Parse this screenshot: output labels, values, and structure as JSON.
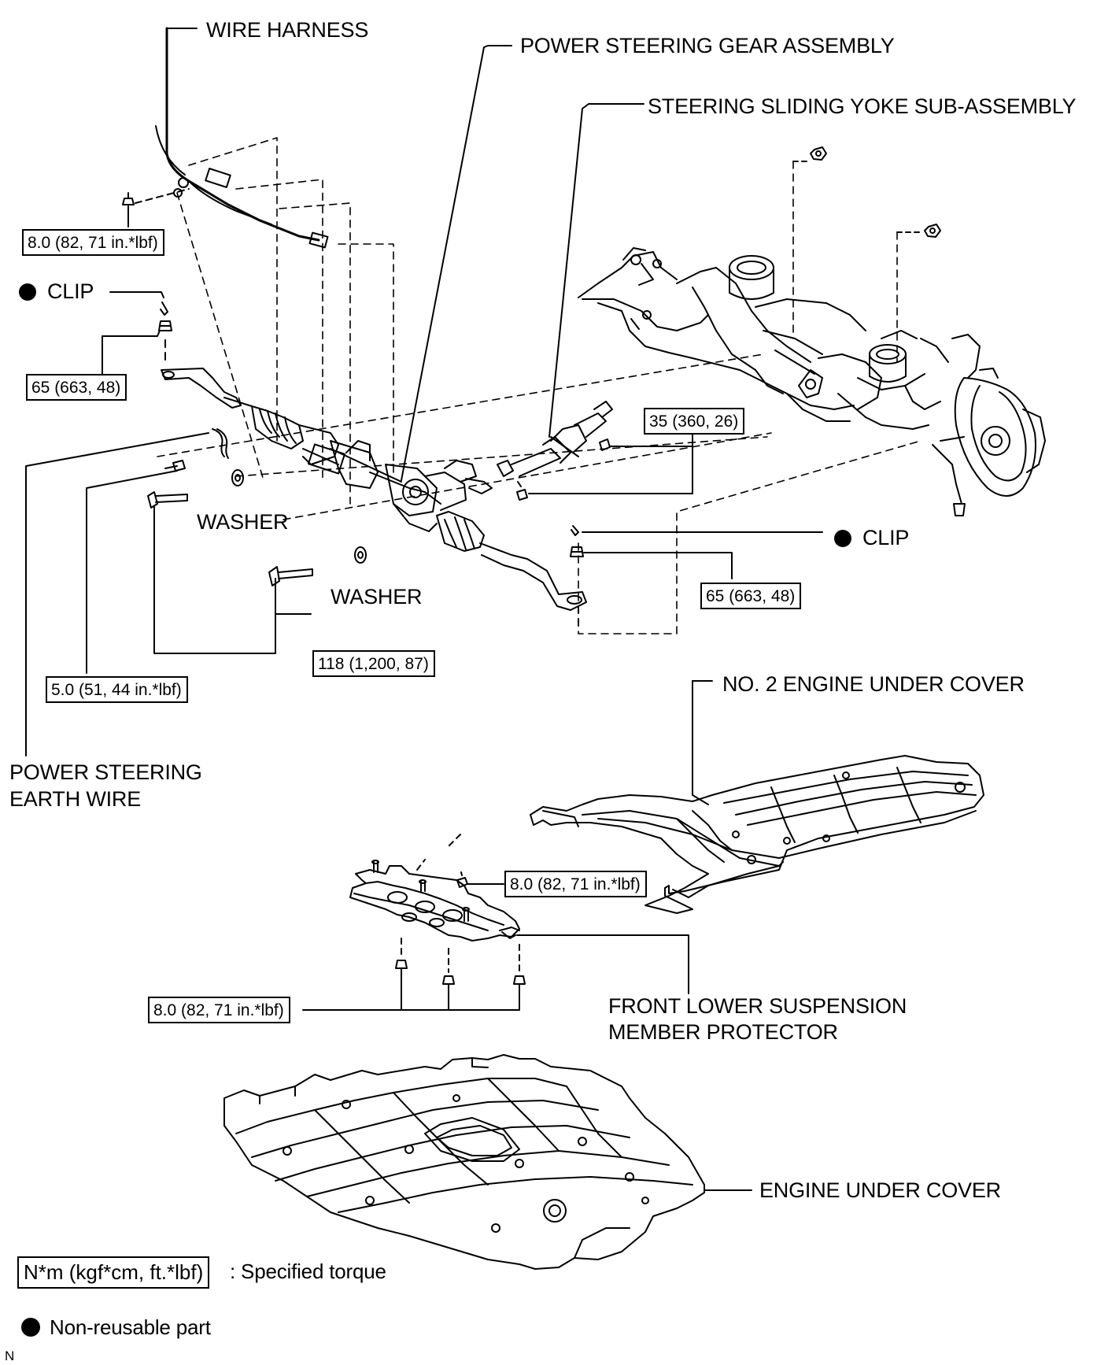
{
  "labels": {
    "wire_harness": "WIRE HARNESS",
    "ps_gear_assembly": "POWER STEERING GEAR ASSEMBLY",
    "sliding_yoke": "STEERING SLIDING YOKE SUB-ASSEMBLY",
    "clip_left": "CLIP",
    "clip_right": "CLIP",
    "washer_upper": "WASHER",
    "washer_lower": "WASHER",
    "earth_wire_line1": "POWER STEERING",
    "earth_wire_line2": "EARTH WIRE",
    "no2_under_cover": "NO. 2 ENGINE UNDER COVER",
    "protector_line1": "FRONT LOWER SUSPENSION",
    "protector_line2": "MEMBER PROTECTOR",
    "engine_under_cover": "ENGINE UNDER COVER"
  },
  "torques": {
    "harness_bolt": "8.0 (82, 71 in.*lbf)",
    "tie_rod_nut_left": "65 (663, 48)",
    "yoke_bolt": "35 (360, 26)",
    "tie_rod_nut_right": "65 (663, 48)",
    "gear_bolts": "118 (1,200, 87)",
    "earth_bolt": "5.0 (51, 44 in.*lbf)",
    "protector_upper": "8.0 (82, 71 in.*lbf)",
    "protector_lower": "8.0 (82, 71 in.*lbf)"
  },
  "legend": {
    "torque_unit": "N*m (kgf*cm, ft.*lbf)",
    "torque_desc": ": Specified torque",
    "nonreusable": "Non-reusable part"
  },
  "corner_mark": "N"
}
